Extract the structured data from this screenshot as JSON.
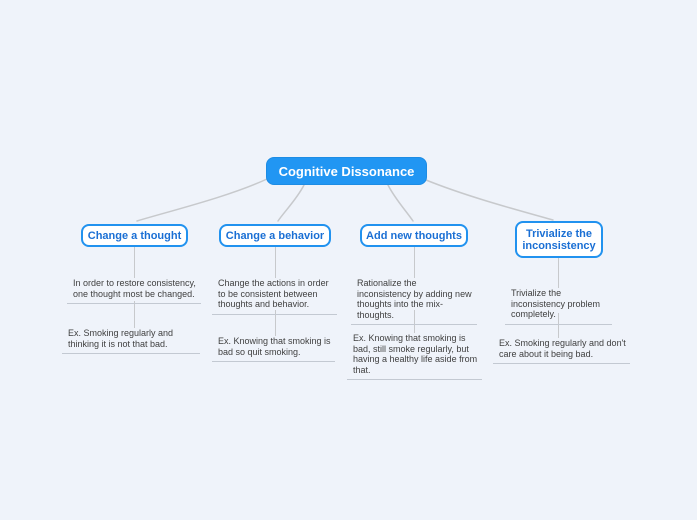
{
  "colors": {
    "background": "#eff3fa",
    "root_fill": "#2196f3",
    "root_text": "#ffffff",
    "branch_border": "#2192ef",
    "branch_text": "#1a6fd4",
    "child_text": "#3f3f3f",
    "connector_line": "#c7c9cc",
    "child_underline": "#c3c9d2"
  },
  "root": {
    "label": "Cognitive Dissonance"
  },
  "branches": [
    {
      "label": "Change a thought",
      "children": [
        {
          "text": "In order to restore consistency, one thought most be changed."
        },
        {
          "text": "Ex. Smoking regularly and thinking it is not that bad."
        }
      ]
    },
    {
      "label": "Change a behavior",
      "children": [
        {
          "text": "Change the actions in order to be consistent between thoughts and behavior."
        },
        {
          "text": "Ex. Knowing that smoking is bad so quit smoking."
        }
      ]
    },
    {
      "label": "Add new thoughts",
      "children": [
        {
          "text": "Rationalize the inconsistency by adding new thoughts into the mix- thoughts."
        },
        {
          "text": "Ex. Knowing that smoking is bad, still smoke regularly, but having a healthy life aside from that."
        }
      ]
    },
    {
      "label": "Trivialize the inconsistency",
      "children": [
        {
          "text": "Trivialize the inconsistency problem completely."
        },
        {
          "text": "Ex. Smoking regularly and don't care about it being bad."
        }
      ]
    }
  ]
}
